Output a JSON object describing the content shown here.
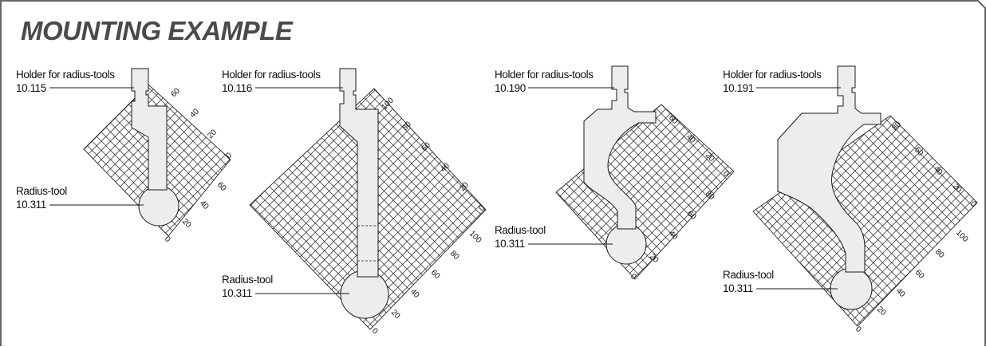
{
  "title": "MOUNTING EXAMPLE",
  "colors": {
    "tool_fill": "#ededed",
    "tool_stroke": "#1a1a1a",
    "grid": "#222222",
    "border": "#666666",
    "title": "#4a4a4a"
  },
  "examples": [
    {
      "holder_label": "Holder for radius-tools",
      "holder_code": "10.115",
      "tool_label": "Radius-tool",
      "tool_code": "10.311",
      "upper_ticks": [
        "60",
        "40",
        "20",
        "0"
      ],
      "lower_ticks": [
        "60",
        "40",
        "20",
        "0"
      ]
    },
    {
      "holder_label": "Holder for radius-tools",
      "holder_code": "10.116",
      "tool_label": "Radius-tool",
      "tool_code": "10.311",
      "upper_ticks": [
        "100",
        "80",
        "60",
        "40",
        "20",
        "0"
      ],
      "lower_ticks": [
        "100",
        "80",
        "60",
        "40",
        "20",
        "0"
      ]
    },
    {
      "holder_label": "Holder for radius-tools",
      "holder_code": "10.190",
      "tool_label": "Radius-tool",
      "tool_code": "10.311",
      "upper_ticks": [
        "60",
        "40",
        "20",
        "0"
      ],
      "lower_ticks": [
        "80",
        "60",
        "40",
        "20",
        "0"
      ]
    },
    {
      "holder_label": "Holder for radius-tools",
      "holder_code": "10.191",
      "tool_label": "Radius-tool",
      "tool_code": "10.311",
      "upper_ticks": [
        "80",
        "60",
        "40",
        "20",
        "0"
      ],
      "lower_ticks": [
        "100",
        "80",
        "60",
        "40",
        "20",
        "0"
      ]
    }
  ]
}
